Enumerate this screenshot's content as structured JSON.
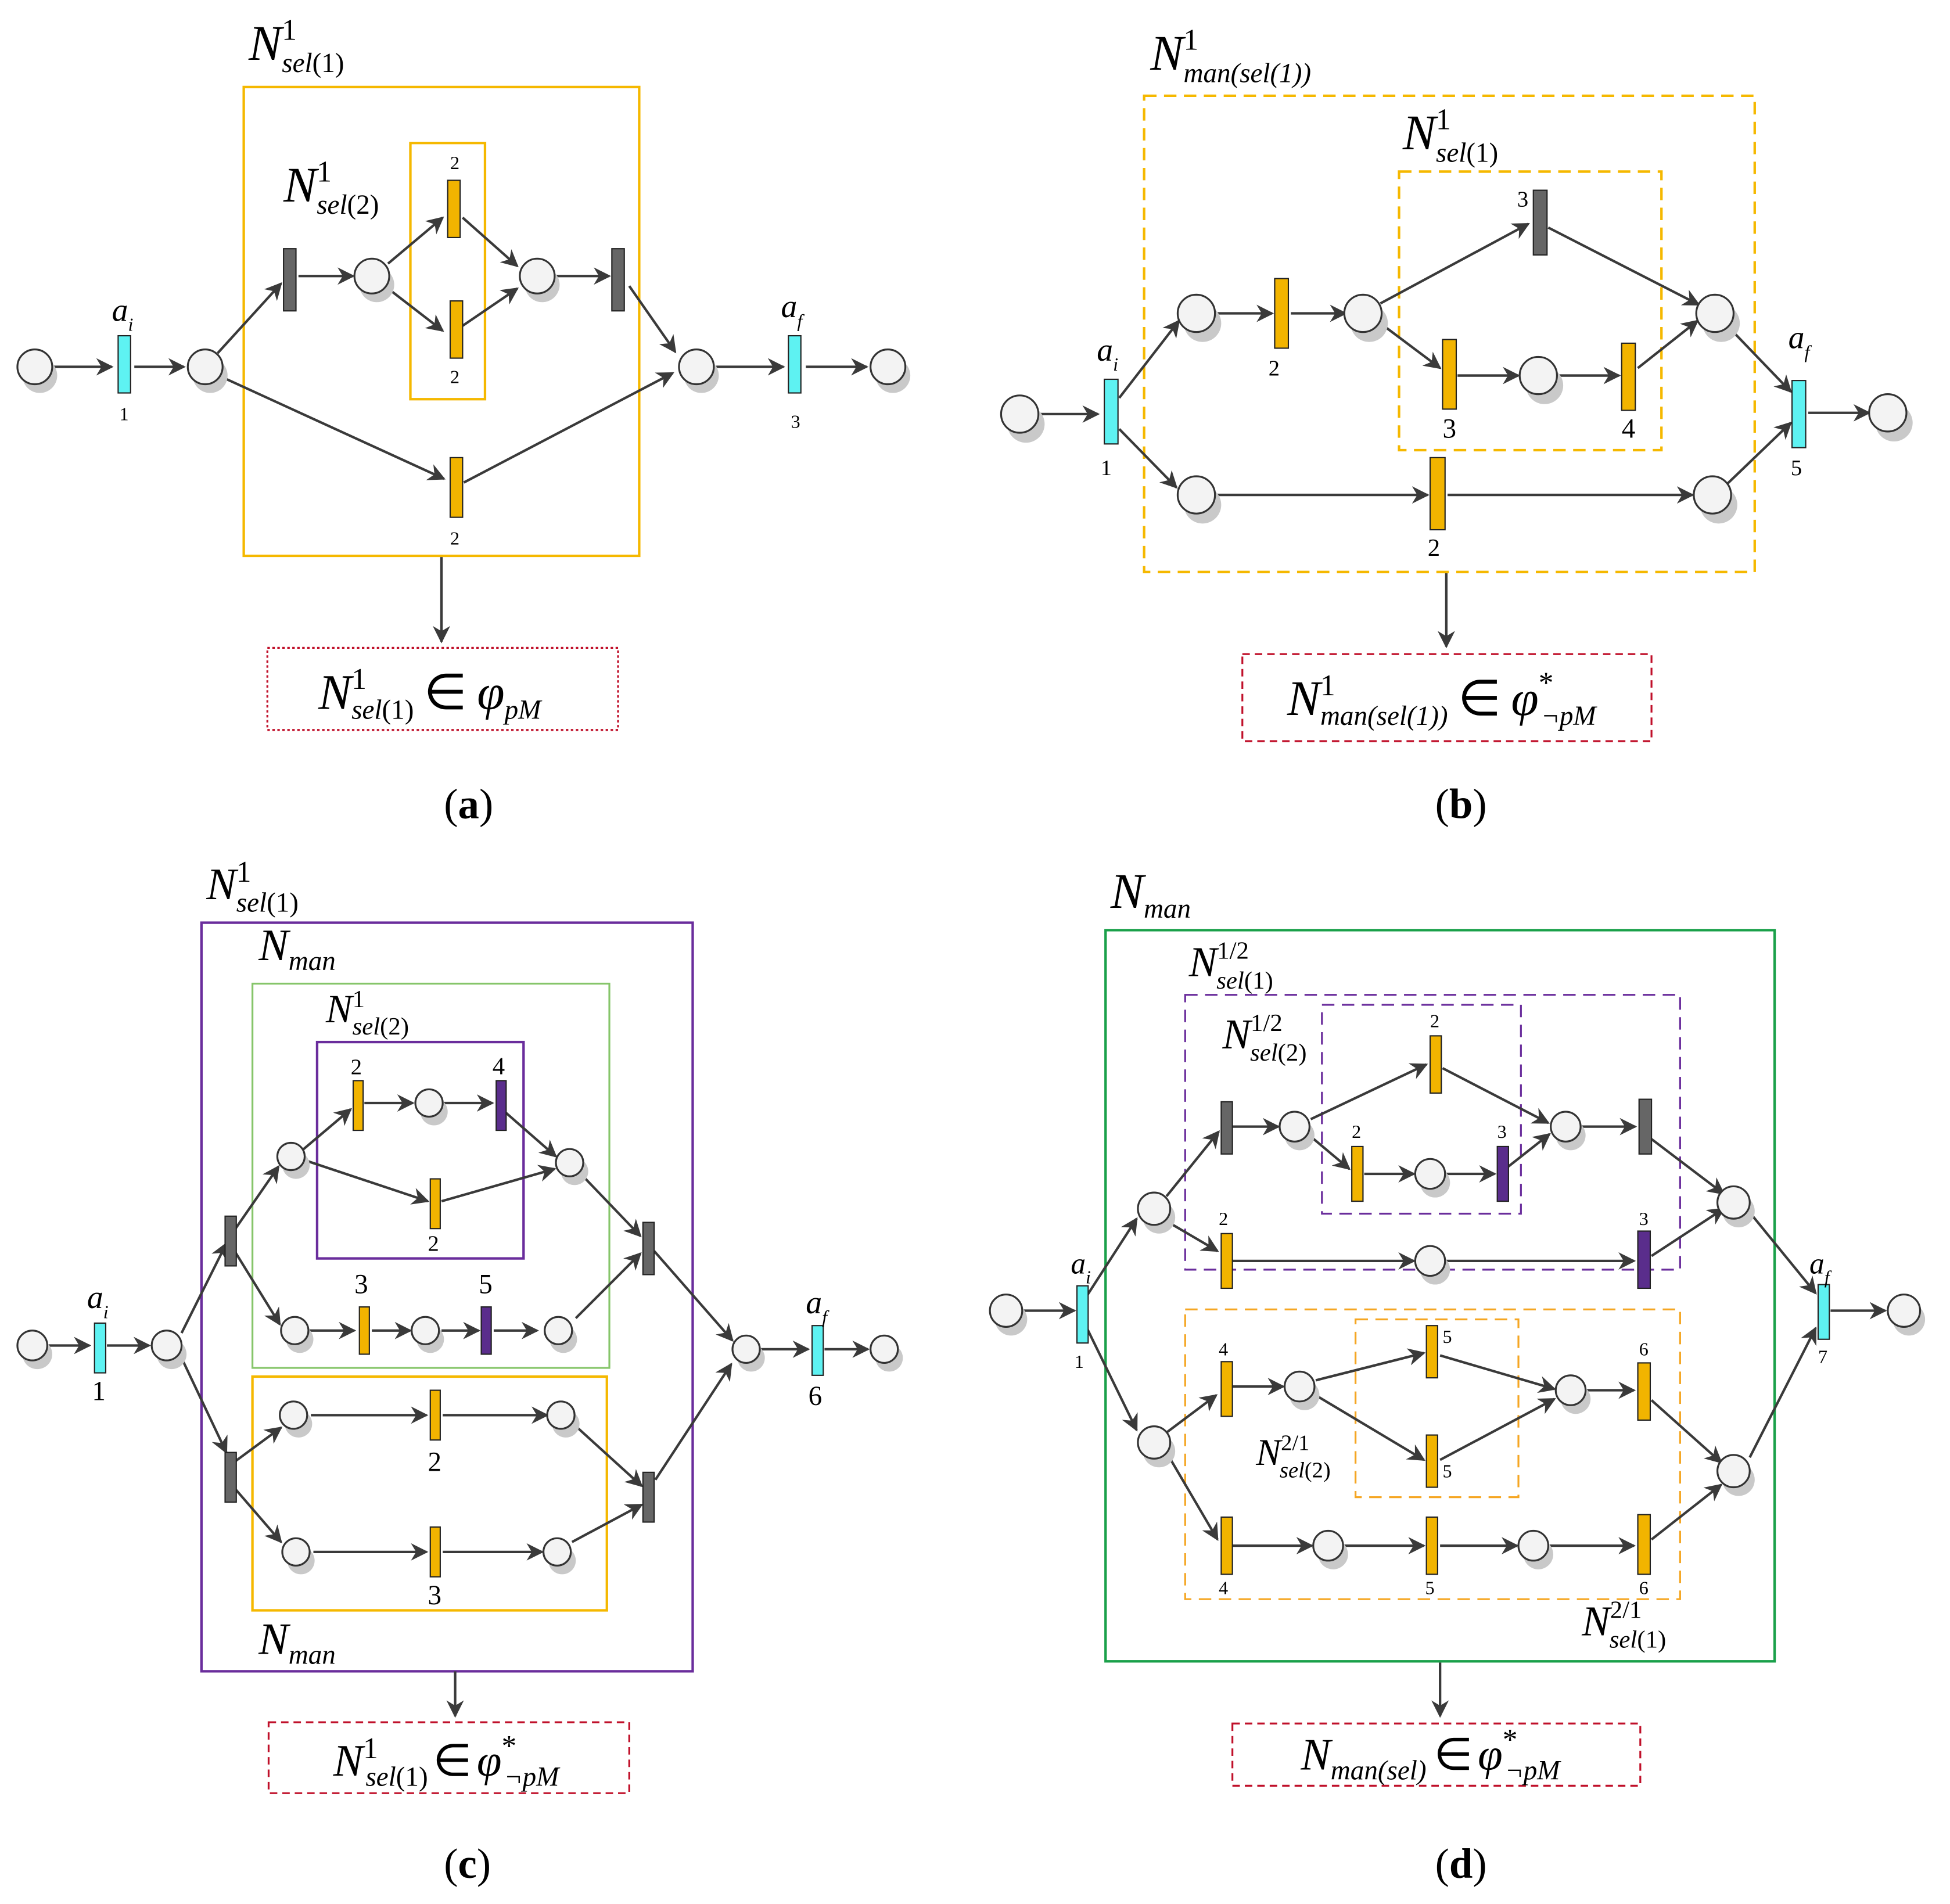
{
  "colors": {
    "start_end": "#5ef2f2",
    "selection": "#f2b400",
    "routing": "#666666",
    "conflict": "#5a2d8c",
    "yellow_box": "#f5b800",
    "purple_box": "#6a2d9c",
    "green_box": "#86c56a",
    "dark_green_box": "#1aa04a",
    "orange_box": "#f5a623",
    "condition_box": "#c0102a"
  },
  "panels": {
    "a": {
      "caption_letter": "a",
      "outer_label": {
        "base": "N",
        "sub": "sel",
        "arg": "(1)",
        "sup": "1"
      },
      "inner_label": {
        "base": "N",
        "sub": "sel",
        "arg": "(2)",
        "sup": "1"
      },
      "ai_label": {
        "base": "a",
        "sub": "i"
      },
      "af_label": {
        "base": "a",
        "sub": "f"
      },
      "weights": [
        "1",
        "2",
        "2",
        "2",
        "3"
      ],
      "condition": {
        "base": "N",
        "sub": "sel",
        "arg": "(1)",
        "sup": "1",
        "relation": "∈",
        "set": "φ",
        "set_sub": "pM",
        "set_sup": ""
      }
    },
    "b": {
      "caption_letter": "b",
      "outer_label": {
        "base": "N",
        "sub": "man(sel(1))",
        "sup": "1"
      },
      "inner_label": {
        "base": "N",
        "sub": "sel",
        "arg": "(1)",
        "sup": "1"
      },
      "ai_label": {
        "base": "a",
        "sub": "i"
      },
      "af_label": {
        "base": "a",
        "sub": "f"
      },
      "weights": [
        "1",
        "2",
        "3",
        "3",
        "4",
        "2",
        "5"
      ],
      "condition": {
        "base": "N",
        "sub": "man(sel(1))",
        "sup": "1",
        "relation": "∈",
        "set": "φ",
        "set_sub": "¬pM",
        "set_sup": "*"
      }
    },
    "c": {
      "caption_letter": "c",
      "outer_label": {
        "base": "N",
        "sub": "sel",
        "arg": "(1)",
        "sup": "1"
      },
      "man_label_top": {
        "base": "N",
        "sub": "man"
      },
      "inner_label": {
        "base": "N",
        "sub": "sel",
        "arg": "(2)",
        "sup": "1"
      },
      "man_label_bottom": {
        "base": "N",
        "sub": "man"
      },
      "ai_label": {
        "base": "a",
        "sub": "i"
      },
      "af_label": {
        "base": "a",
        "sub": "f"
      },
      "weights": [
        "1",
        "2",
        "4",
        "2",
        "3",
        "5",
        "2",
        "3",
        "6"
      ],
      "condition": {
        "base": "N",
        "sub": "sel",
        "arg": "(1)",
        "sup": "1",
        "relation": "∈",
        "set": "φ",
        "set_sub": "¬pM",
        "set_sup": "*"
      }
    },
    "d": {
      "caption_letter": "d",
      "outer_label": {
        "base": "N",
        "sub": "man"
      },
      "sel12_label": {
        "base": "N",
        "sub": "sel",
        "arg": "(1)",
        "sup": "1/2"
      },
      "sel22_label": {
        "base": "N",
        "sub": "sel",
        "arg": "(2)",
        "sup": "1/2"
      },
      "sel21b_label": {
        "base": "N",
        "sub": "sel",
        "arg": "(2)",
        "sup": "2/1"
      },
      "sel11b_label": {
        "base": "N",
        "sub": "sel",
        "arg": "(1)",
        "sup": "2/1"
      },
      "ai_label": {
        "base": "a",
        "sub": "i"
      },
      "af_label": {
        "base": "a",
        "sub": "f"
      },
      "weights": [
        "1",
        "2",
        "2",
        "3",
        "2",
        "3",
        "4",
        "5",
        "5",
        "6",
        "4",
        "5",
        "6",
        "7"
      ],
      "condition": {
        "base": "N",
        "sub": "man(sel)",
        "sup": "",
        "relation": "∈",
        "set": "φ",
        "set_sub": "¬pM",
        "set_sup": "*"
      }
    }
  }
}
